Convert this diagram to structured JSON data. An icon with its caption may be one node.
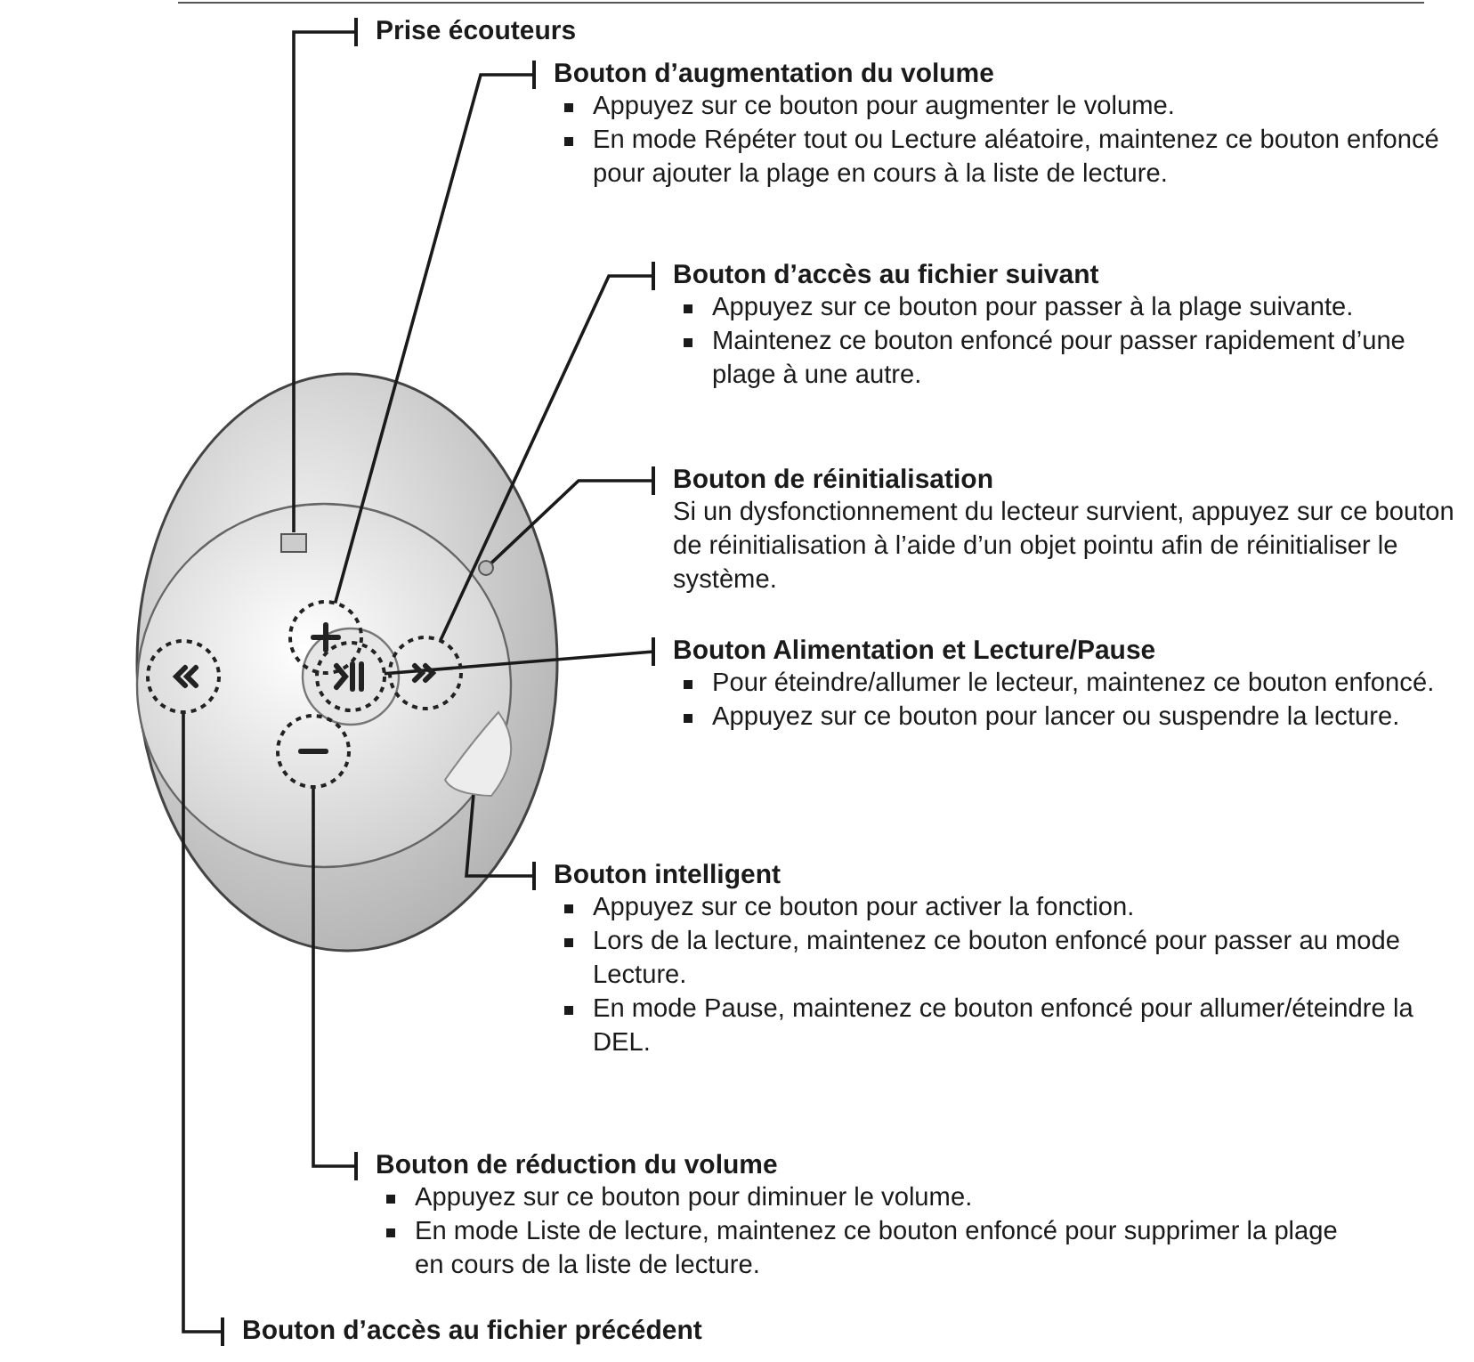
{
  "diagram": {
    "nodes": [
      {
        "text": [
          "Prise écouteurs"
        ]
      },
      {
        "text": [
          "Bouton d’augmentation du volume",
          "Appuyez sur ce bouton pour augmenter le volume.",
          "En mode Répéter tout ou Lecture aléatoire, maintenez ce bouton enfoncé pour ajouter la plage en cours à la liste de lecture."
        ]
      },
      {
        "text": [
          "Bouton d’accès au fichier suivant",
          "Appuyez sur ce bouton pour passer à la plage suivante.",
          "Maintenez ce bouton enfoncé pour passer rapidement d’une plage à une autre."
        ]
      },
      {
        "text": [
          "Bouton de réinitialisation",
          "Si un dysfonctionnement du lecteur survient, appuyez sur ce bouton de réinitialisation à l’aide d’un objet pointu afin de réinitialiser le système."
        ]
      },
      {
        "text": [
          "Bouton Alimentation et Lecture/Pause",
          "Pour éteindre/allumer le lecteur, maintenez ce bouton enfoncé.",
          "Appuyez sur ce bouton pour lancer ou suspendre la lecture."
        ]
      },
      {
        "text": [
          "Bouton intelligent",
          "Appuyez sur ce bouton pour activer la fonction.",
          "Lors de la lecture, maintenez ce bouton enfoncé pour passer au mode Lecture.",
          "En mode Pause, maintenez ce bouton enfoncé pour allumer/éteindre la DEL."
        ]
      },
      {
        "text": [
          "Bouton de réduction du volume",
          "Appuyez sur ce bouton pour diminuer le volume.",
          "En mode Liste de lecture, maintenez ce bouton enfoncé pour supprimer la plage en cours de la liste de lecture."
        ]
      },
      {
        "text": [
          "Bouton d’accès au fichier précédent"
        ]
      },
      {
        "text": [],
        "shape": "box"
      },
      {
        "text": [],
        "shape": "circle"
      },
      {
        "text": [],
        "shape": "circle"
      },
      {
        "text": [],
        "shape": "circle"
      },
      {
        "text": [],
        "shape": "circle"
      },
      {
        "text": [],
        "shape": "box"
      },
      {
        "text": [],
        "shape": "circle"
      },
      {
        "text": [],
        "shape": "circle"
      }
    ],
    "edges": [
      {
        "from": 0,
        "to": 8,
        "arrow": "other"
      },
      {
        "from": 1,
        "to": 9,
        "arrow": "other"
      },
      {
        "from": 2,
        "to": 10,
        "arrow": "other"
      },
      {
        "from": 3,
        "to": 11,
        "arrow": "other"
      },
      {
        "from": 4,
        "to": 12,
        "arrow": "other"
      },
      {
        "from": 5,
        "to": 13,
        "arrow": "other"
      },
      {
        "from": 6,
        "to": 14,
        "arrow": "other"
      },
      {
        "from": 7,
        "to": 15,
        "arrow": "other"
      }
    ]
  }
}
